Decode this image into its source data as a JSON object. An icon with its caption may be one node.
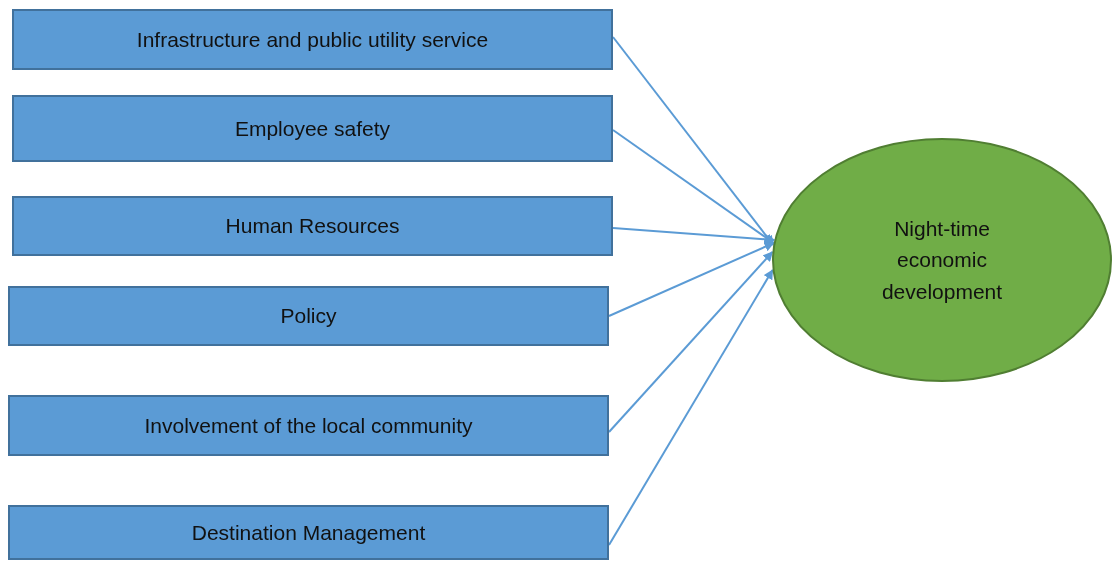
{
  "diagram": {
    "nodes": [
      {
        "text": [
          "Infrastructure and public utility service"
        ]
      },
      {
        "text": [
          "Employee safety"
        ]
      },
      {
        "text": [
          "Human Resources"
        ]
      },
      {
        "text": [
          "Policy"
        ]
      },
      {
        "text": [
          "Involvement of the local community"
        ]
      },
      {
        "text": [
          "Destination Management"
        ]
      },
      {
        "text": [
          "Night-time economic development"
        ]
      }
    ],
    "edges": [
      {
        "from": 0,
        "to": 6,
        "arrow": "to"
      },
      {
        "from": 1,
        "to": 6,
        "arrow": "to"
      },
      {
        "from": 2,
        "to": 6,
        "arrow": "to"
      },
      {
        "from": 3,
        "to": 6,
        "arrow": "to"
      },
      {
        "from": 4,
        "to": 6,
        "arrow": "to"
      },
      {
        "from": 5,
        "to": 6,
        "arrow": "to"
      }
    ]
  }
}
